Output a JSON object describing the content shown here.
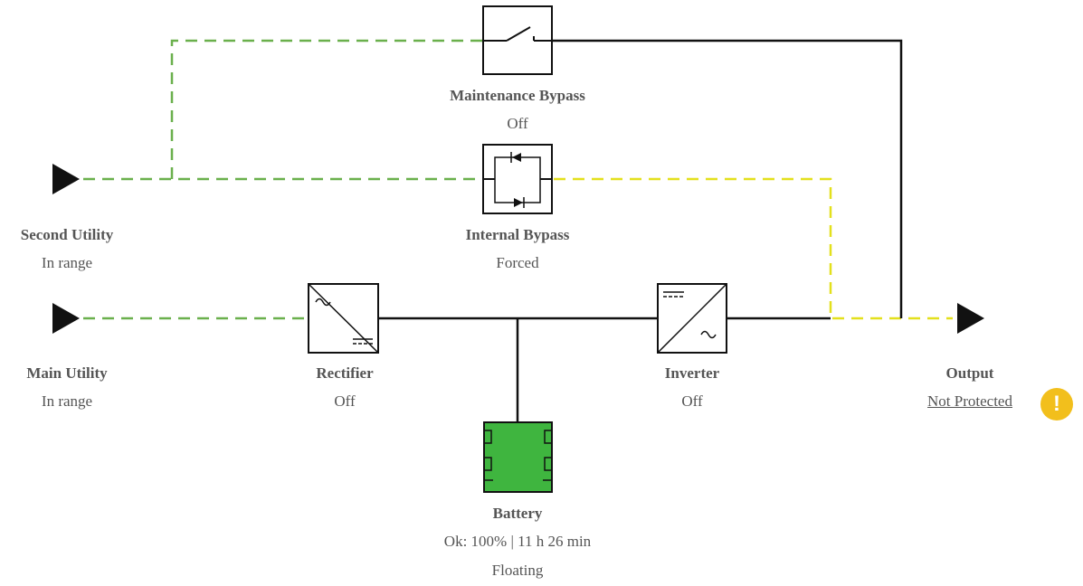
{
  "colors": {
    "active_line": "#111111",
    "utility_dashed": "#6ab04c",
    "bypass_dashed": "#e3e01c",
    "battery_fill": "#3fb53f",
    "warning": "#f2bf1c"
  },
  "nodes": {
    "maintenance_bypass": {
      "title": "Maintenance Bypass",
      "status": "Off"
    },
    "internal_bypass": {
      "title": "Internal Bypass",
      "status": "Forced"
    },
    "second_utility": {
      "title": "Second Utility",
      "status": "In range"
    },
    "main_utility": {
      "title": "Main Utility",
      "status": "In range"
    },
    "rectifier": {
      "title": "Rectifier",
      "status": "Off"
    },
    "inverter": {
      "title": "Inverter",
      "status": "Off"
    },
    "output": {
      "title": "Output",
      "status": "Not Protected",
      "warning_icon": "warning-icon",
      "warning_glyph": "!"
    },
    "battery": {
      "title": "Battery",
      "status": "Ok: 100% | 11 h 26 min",
      "mode": "Floating"
    }
  }
}
